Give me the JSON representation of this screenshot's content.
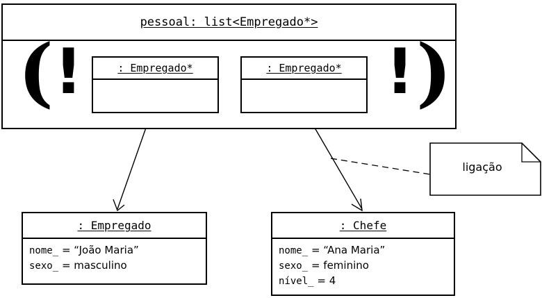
{
  "diagram": {
    "type": "uml-object-diagram",
    "background": "#ffffff",
    "line_color": "#000000"
  },
  "container": {
    "title": "pessoal: list<Empregado*>",
    "decorations": {
      "paren_open": "(",
      "paren_close": ")",
      "bang_left": "!",
      "bang_right": "!"
    },
    "pointers": [
      {
        "title": ": Empregado*",
        "body": ""
      },
      {
        "title": ": Empregado*",
        "body": ""
      }
    ]
  },
  "objects": [
    {
      "title": ": Empregado",
      "attributes": [
        {
          "name": "nome_",
          "eq": "=",
          "value": "“João Maria”"
        },
        {
          "name": "sexo_",
          "eq": "=",
          "value": "masculino"
        }
      ]
    },
    {
      "title": ": Chefe",
      "attributes": [
        {
          "name": "nome_",
          "eq": "=",
          "value": "“Ana Maria”"
        },
        {
          "name": "sexo_",
          "eq": "=",
          "value": "feminino"
        },
        {
          "name": "nível_",
          "eq": "=",
          "value": "4"
        }
      ]
    }
  ],
  "note": {
    "text": "ligação"
  },
  "edges": [
    {
      "kind": "arrow",
      "from": "pointer-1",
      "to": "empregado-object"
    },
    {
      "kind": "arrow",
      "from": "pointer-2",
      "to": "chefe-object"
    },
    {
      "kind": "dashed-anchor",
      "from": "note",
      "to": "pointer-2-arrow"
    }
  ]
}
